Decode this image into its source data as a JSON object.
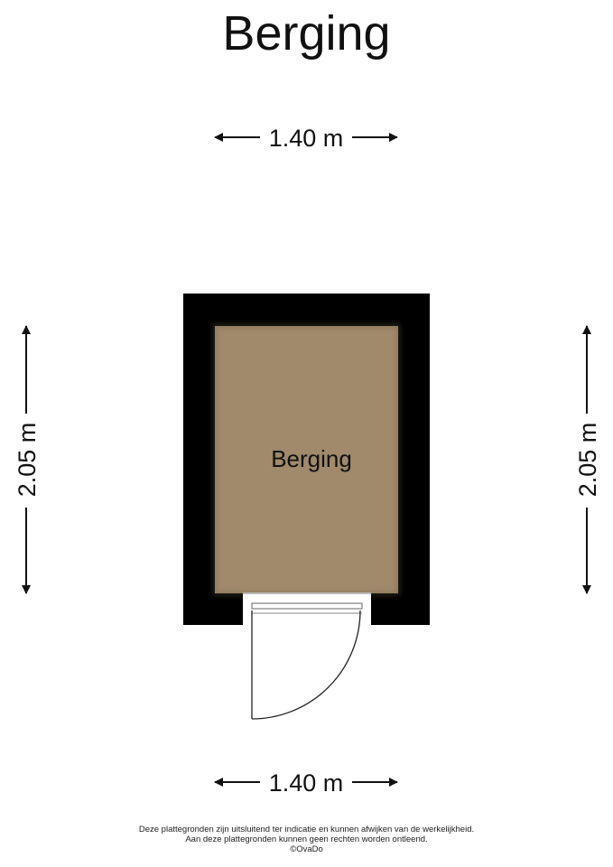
{
  "title": "Berging",
  "room": {
    "label": "Berging",
    "floor_color": "#a08a6b",
    "wall_color": "#000000"
  },
  "dimensions": {
    "top": "1.40 m",
    "bottom": "1.40 m",
    "left": "2.05 m",
    "right": "2.05 m"
  },
  "footer": {
    "line1": "Deze plattegronden zijn uitsluitend ter indicatie en kunnen afwijken van de werkelijkheid.",
    "line2": "Aan deze plattegronden kunnen geen rechten worden ontleend.",
    "line3": "©OvaDo"
  }
}
